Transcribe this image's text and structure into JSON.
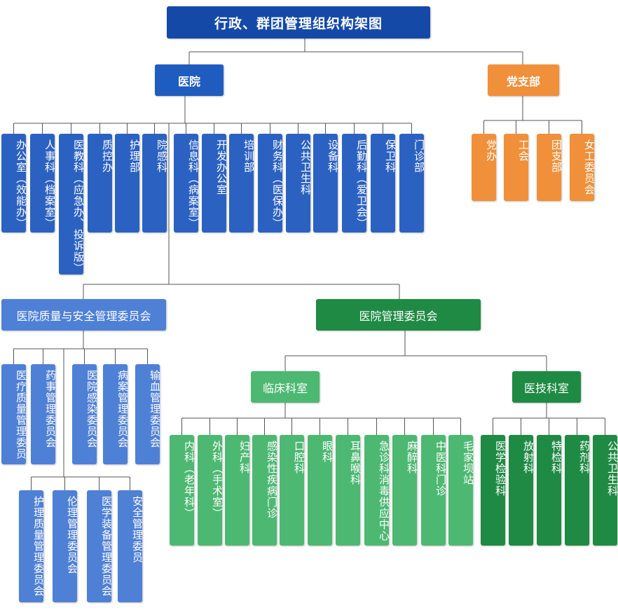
{
  "title": "行政、群团管理组织构架图",
  "hospital": "医院",
  "party_branch": "党支部",
  "hospital_depts": [
    "办公室（效能办）",
    "人事科（档案室）",
    "医教科（应急办、投诉版）",
    "质控办",
    "护理部",
    "院感科",
    "信息科（病案室）",
    "开发办公室",
    "培训部",
    "财务科（医保办）",
    "公共卫生科",
    "设备科",
    "后勤科（爱卫会）",
    "保卫科",
    "门诊部"
  ],
  "party_depts": [
    "党办",
    "工会",
    "团支部",
    "女工委员会"
  ],
  "quality_committee": "医院质量与安全管理委员会",
  "quality_row1": [
    "医疗质量管理委员",
    "药事管理委员会",
    "医院感染委员会",
    "病案管理委员会",
    "输血管理委员会"
  ],
  "quality_row2": [
    "护理质量管理委员会",
    "伦理管理委员会",
    "医学装备管理委员会",
    "安全管理委员"
  ],
  "mgmt_committee": "医院管理委员会",
  "clinical": "临床科室",
  "medtech": "医技科室",
  "clinical_depts": [
    "内科（老年科）",
    "外科（手术室）",
    "妇产科",
    "感染性疾病门诊",
    "口腔科",
    "眼科",
    "耳鼻喉科",
    "急诊科消毒供应中心",
    "麻醉科",
    "中医科门诊",
    "毛家坝站"
  ],
  "medtech_depts": [
    "医学检验科",
    "放射科",
    "特检科",
    "药剂科",
    "公共卫生科"
  ],
  "colors": {
    "title": "#1449a8",
    "blue": "#1f5cbf",
    "light_blue": "#4e80d6",
    "orange": "#f0903a",
    "green": "#1f8a44",
    "light_green": "#4db872",
    "line": "#555555"
  }
}
